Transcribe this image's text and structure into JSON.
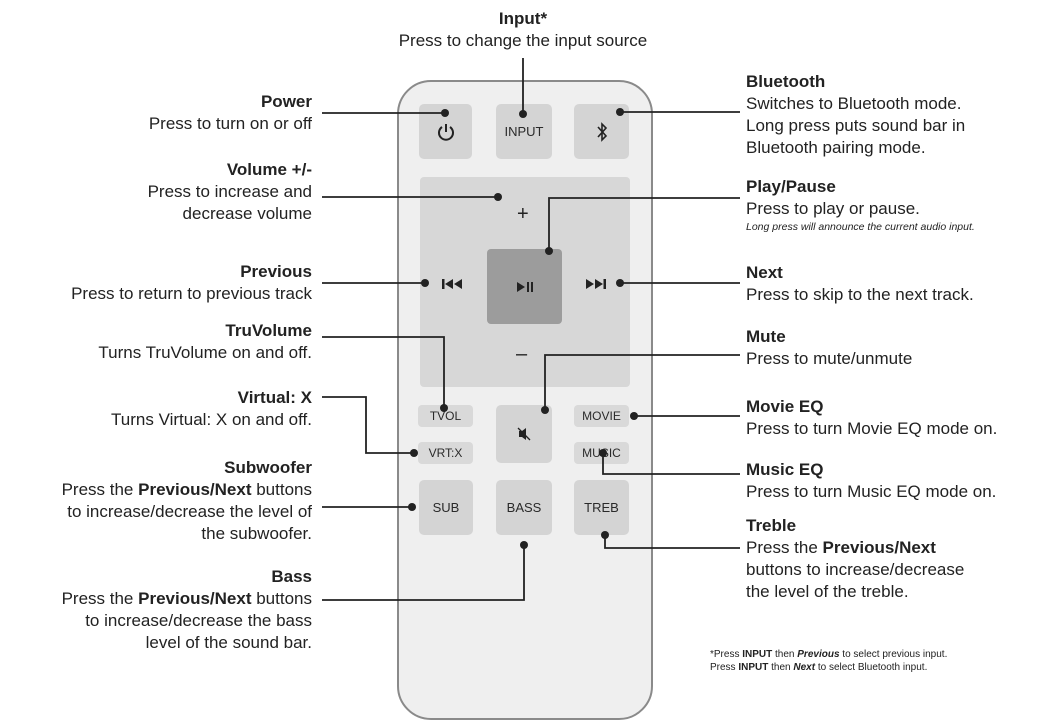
{
  "remote": {
    "buttons": {
      "power_icon": "power-icon",
      "input": "INPUT",
      "bluetooth_icon": "bluetooth-icon",
      "vol_plus": "+",
      "vol_minus": "–",
      "prev_icon": "previous-icon",
      "next_icon": "next-icon",
      "play_icon": "play-pause-icon",
      "mute_icon": "mute-icon",
      "tvol": "TVOL",
      "vrtx": "VRT:X",
      "movie": "MOVIE",
      "music": "MUSIC",
      "sub": "SUB",
      "bass": "BASS",
      "treb": "TREB"
    }
  },
  "labels": {
    "input": {
      "title": "Input*",
      "desc": "Press to change the input source"
    },
    "power": {
      "title": "Power",
      "desc": "Press to turn on or off"
    },
    "volume": {
      "title": "Volume +/-",
      "desc1": "Press to increase and",
      "desc2": "decrease volume"
    },
    "previous": {
      "title": "Previous",
      "desc": "Press to return to previous track"
    },
    "truvolume": {
      "title": "TruVolume",
      "desc": "Turns TruVolume on and off."
    },
    "virtual": {
      "title": "Virtual: X",
      "desc": "Turns Virtual: X on and off."
    },
    "subwoofer": {
      "title": "Subwoofer",
      "desc1_pre": "Press the ",
      "desc1_bold": "Previous/Next",
      "desc1_post": " buttons",
      "desc2": "to increase/decrease the level of",
      "desc3": "the subwoofer."
    },
    "bass": {
      "title": "Bass",
      "desc1_pre": "Press the ",
      "desc1_bold": "Previous/Next",
      "desc1_post": " buttons",
      "desc2": "to increase/decrease the bass",
      "desc3": "level of the sound bar."
    },
    "bluetooth": {
      "title": "Bluetooth",
      "desc1": "Switches to Bluetooth mode.",
      "desc2": "Long press puts sound bar in",
      "desc3": "Bluetooth pairing mode."
    },
    "playpause": {
      "title": "Play/Pause",
      "desc": "Press to play or pause.",
      "note": "Long press will announce the current audio input."
    },
    "next": {
      "title": "Next",
      "desc": "Press to skip to the next track."
    },
    "mute": {
      "title": "Mute",
      "desc": "Press to mute/unmute"
    },
    "movie_eq": {
      "title": "Movie EQ",
      "desc": "Press to turn Movie EQ mode on."
    },
    "music_eq": {
      "title": "Music EQ",
      "desc": "Press to turn Music EQ mode on."
    },
    "treble": {
      "title": "Treble",
      "desc1_pre": "Press the ",
      "desc1_bold": "Previous/Next",
      "desc2": "buttons to increase/decrease",
      "desc3": "the level of the treble."
    }
  },
  "footnote": {
    "line1_a": "*Press ",
    "line1_b": "INPUT",
    "line1_c": " then ",
    "line1_d": "Previous",
    "line1_e": " to select previous input.",
    "line2_a": "Press ",
    "line2_b": "INPUT",
    "line2_c": " then ",
    "line2_d": "Next",
    "line2_e": " to select Bluetooth input."
  },
  "colors": {
    "remote_body": "#efefef",
    "button": "#d4d4d4",
    "play_button": "#9c9c9c",
    "line": "#222222"
  }
}
